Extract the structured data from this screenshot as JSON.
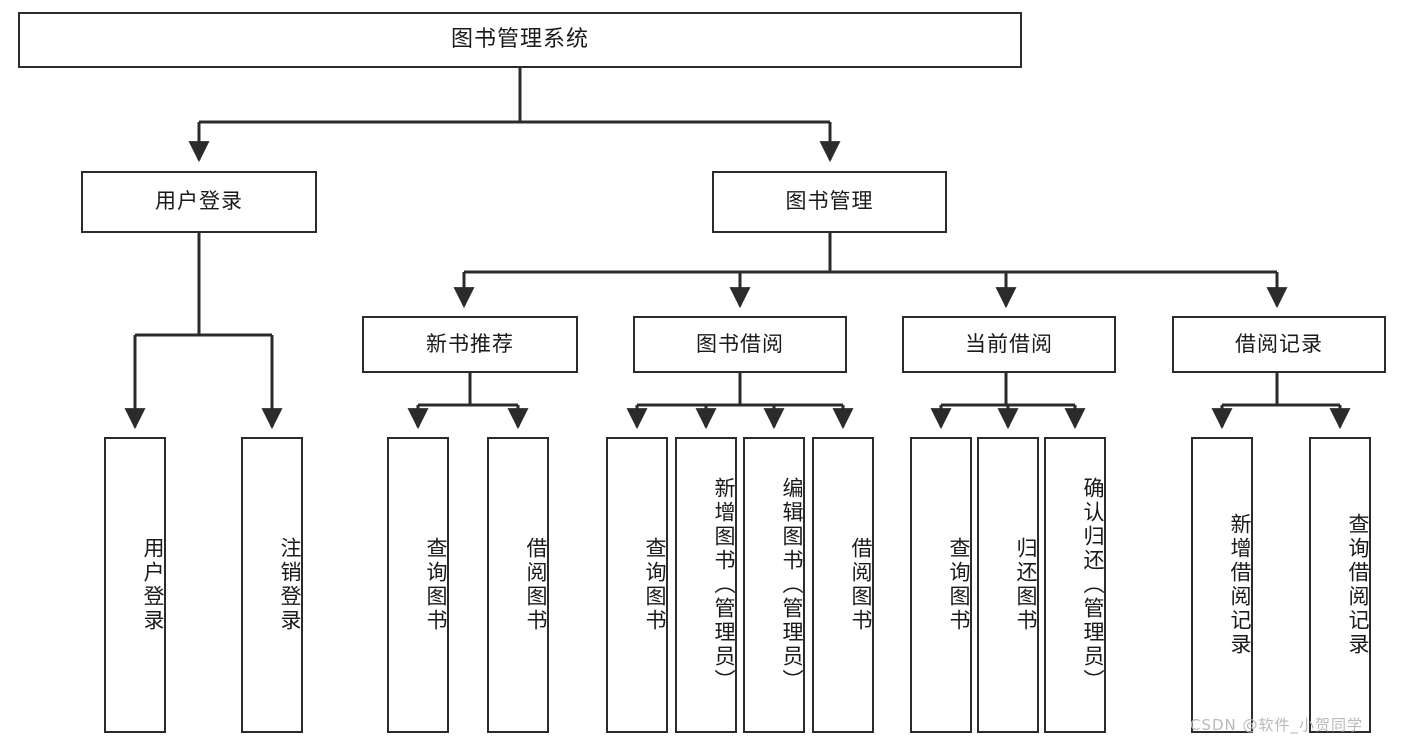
{
  "diagram": {
    "title": "图书管理系统",
    "root": {
      "label": "图书管理系统"
    },
    "level2": {
      "user": "用户登录",
      "book": "图书管理"
    },
    "level3": {
      "recommend": "新书推荐",
      "borrow": "图书借阅",
      "current": "当前借阅",
      "record": "借阅记录"
    },
    "leaves": {
      "user_login": "用户登录",
      "user_logout": "注销登录",
      "rec_query": "查询图书",
      "rec_borrow": "借阅图书",
      "borrow_query": "查询图书",
      "borrow_add": "新增图书（管理员）",
      "borrow_edit": "编辑图书（管理员）",
      "borrow_lend": "借阅图书",
      "cur_query": "查询图书",
      "cur_return": "归还图书",
      "cur_confirm": "确认归还（管理员）",
      "rec_add": "新增借阅记录",
      "rec_search": "查询借阅记录"
    },
    "watermark": "CSDN @软件_小贺同学",
    "colors": {
      "stroke": "#2b2b2b",
      "fill": "#ffffff",
      "text": "#1a1a1a",
      "watermark": "#b9b9b9"
    }
  }
}
